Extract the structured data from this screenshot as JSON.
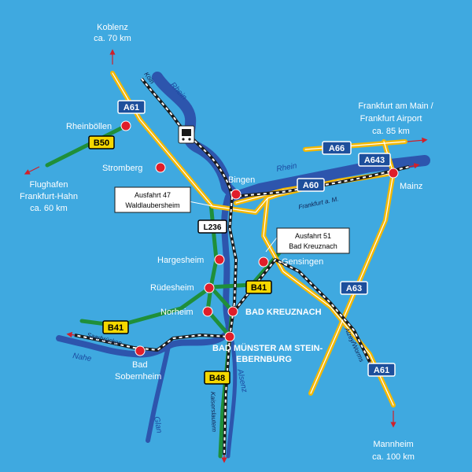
{
  "colors": {
    "background": "#3fa9e0",
    "river": "#2d55ad",
    "autobahn": "#f5b800",
    "bundesstrasse": "#1f8f3a",
    "rail": "#1a1a1a",
    "city_dot": "#e01e2a",
    "arrow": "#d0202a"
  },
  "destinations": {
    "koblenz": {
      "name": "Koblenz",
      "dist": "ca. 70 km"
    },
    "frankfurt": {
      "line1": "Frankfurt am Main /",
      "line2": "Frankfurt Airport",
      "dist": "ca. 85 km"
    },
    "hahn": {
      "line1": "Flughafen",
      "line2": "Frankfurt-Hahn",
      "dist": "ca. 60 km"
    },
    "mannheim": {
      "name": "Mannheim",
      "dist": "ca. 100 km"
    }
  },
  "cities": {
    "rheinboellen": "Rheinböllen",
    "stromberg": "Stromberg",
    "bingen": "Bingen",
    "mainz": "Mainz",
    "gensingen": "Gensingen",
    "hargesheim": "Hargesheim",
    "ruedesheim": "Rüdesheim",
    "norheim": "Norheim",
    "bad_kreuznach": "BAD KREUZNACH",
    "bad_muenster_1": "BAD MÜNSTER AM STEIN-",
    "bad_muenster_2": "EBERNBURG",
    "bad_sobernheim_1": "Bad",
    "bad_sobernheim_2": "Sobernheim"
  },
  "rivers": {
    "rhein_north": "Rhein",
    "rhein_east": "Rhein",
    "nahe": "Nahe",
    "alsenz": "Alsenz",
    "glan": "Glan"
  },
  "rail_labels": {
    "koeln": "Köln",
    "frankfurt": "Frankfurt a. M.",
    "saarbruecken": "Saarbrücken",
    "alzey": "Alzey/Worms",
    "kaiserslautern": "Kaiserslautern"
  },
  "road_shields": {
    "a61_north": "A61",
    "a61_south": "A61",
    "a60": "A60",
    "a66": "A66",
    "a643": "A643",
    "a63": "A63",
    "b50": "B50",
    "b41_east": "B41",
    "b41_west": "B41",
    "b48": "B48",
    "l236": "L236"
  },
  "exits": {
    "exit47": {
      "line1": "Ausfahrt 47",
      "line2": "Waldlaubersheim"
    },
    "exit51": {
      "line1": "Ausfahrt 51",
      "line2": "Bad Kreuznach"
    }
  },
  "icons": {
    "station": "train-station-icon"
  }
}
